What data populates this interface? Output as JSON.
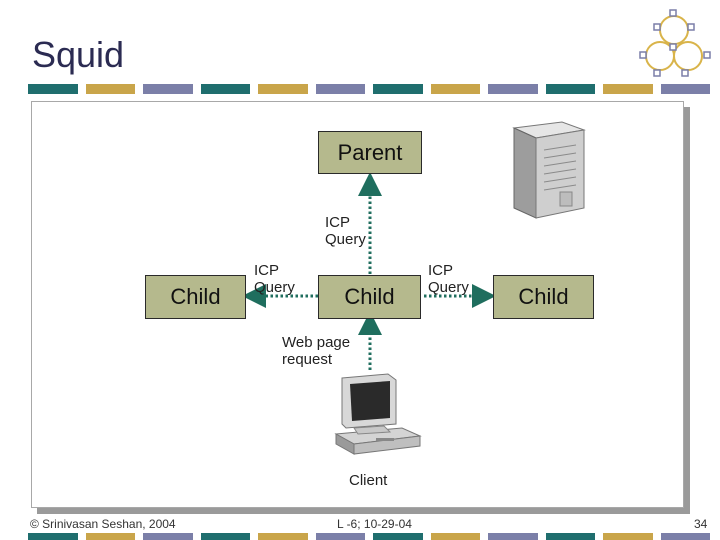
{
  "slide": {
    "title": "Squid",
    "colors": {
      "stripe": [
        "#1f6e6e",
        "#c9a54a",
        "#7b7fa8",
        "#1f6e6e",
        "#c9a54a",
        "#7b7fa8",
        "#1f6e6e",
        "#c9a54a",
        "#7b7fa8",
        "#1f6e6e",
        "#c9a54a",
        "#7b7fa8"
      ],
      "node_fill": "#b5b98d",
      "arrow": "#1f6e5e"
    }
  },
  "diagram": {
    "parent": "Parent",
    "child_left": "Child",
    "child_center": "Child",
    "child_right": "Child",
    "icp_query_top": [
      "ICP",
      "Query"
    ],
    "icp_query_left": [
      "ICP",
      "Query"
    ],
    "icp_query_right": [
      "ICP",
      "Query"
    ],
    "web_request": [
      "Web page",
      "request"
    ],
    "client": "Client",
    "icons": {
      "server": "server-tower-icon",
      "client": "desktop-computer-icon",
      "logo": "network-nodes-logo-icon"
    }
  },
  "footer": {
    "copyright": "© Srinivasan Seshan, 2004",
    "lecture": "L -6; 10-29-04",
    "page": "34"
  }
}
